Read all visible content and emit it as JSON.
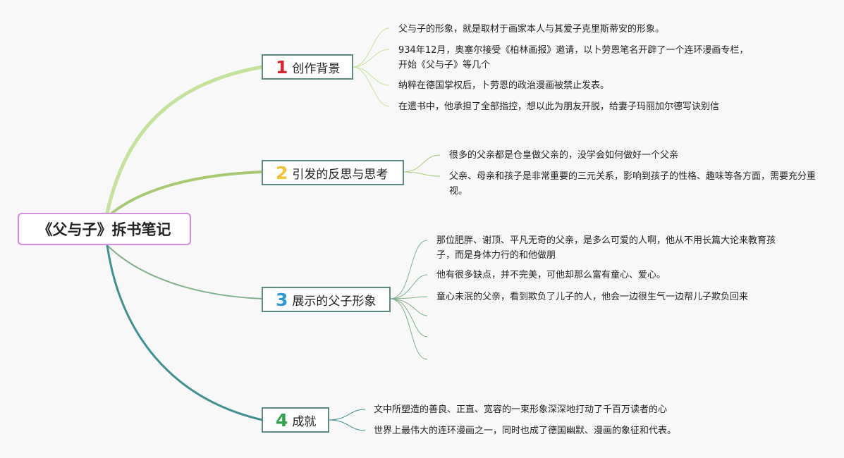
{
  "root": {
    "title": "《父与子》拆书笔记"
  },
  "branches": [
    {
      "number": "1",
      "label": "创作背景",
      "num_color": "#d9262e",
      "line_color": "#c5e29a",
      "leaves": [
        "父与子的形象，就是取材于画家本人与其爱子克里斯蒂安的形象。",
        "934年12月，奥塞尔接受《柏林画报》邀请，以卜劳恩笔名开辟了一个连环漫画专栏，开始《父与子》等几个",
        "纳粹在德国掌权后，卜劳恩的政治漫画被禁止发表。",
        "在遗书中，他承担了全部指控，想以此为朋友开脱，给妻子玛丽加尔德写诀别信"
      ]
    },
    {
      "number": "2",
      "label": "引发的反思与思考",
      "num_color": "#f2c230",
      "line_color": "#a8c972",
      "leaves": [
        "很多的父亲都是仓皇做父亲的，没学会如何做好一个父亲",
        "父亲、母亲和孩子是非常重要的三元关系，影响到孩子的性格、趣味等各方面，需要充分重视。"
      ]
    },
    {
      "number": "3",
      "label": "展示的父子形象",
      "num_color": "#2a9ad8",
      "line_color": "#7fb08a",
      "leaves": [
        "那位肥胖、谢顶、平凡无奇的父亲，是多么可爱的人啊，他从不用长篇大论来教育孩子，而是身体力行的和他做朋",
        "他有很多缺点，并不完美，可他却那么富有童心、爱心。",
        "童心未泯的父亲，看到欺负了儿子的人，他会一边很生气一边帮儿子欺负回来"
      ]
    },
    {
      "number": "4",
      "label": "成就",
      "num_color": "#2fa24a",
      "line_color": "#3f9090",
      "leaves": [
        "文中所塑造的善良、正直、宽容的一束形象深深地打动了千百万读者的心",
        "世界上最伟大的连环漫画之一，同时也成了德国幽默、漫画的象征和代表。"
      ]
    }
  ]
}
